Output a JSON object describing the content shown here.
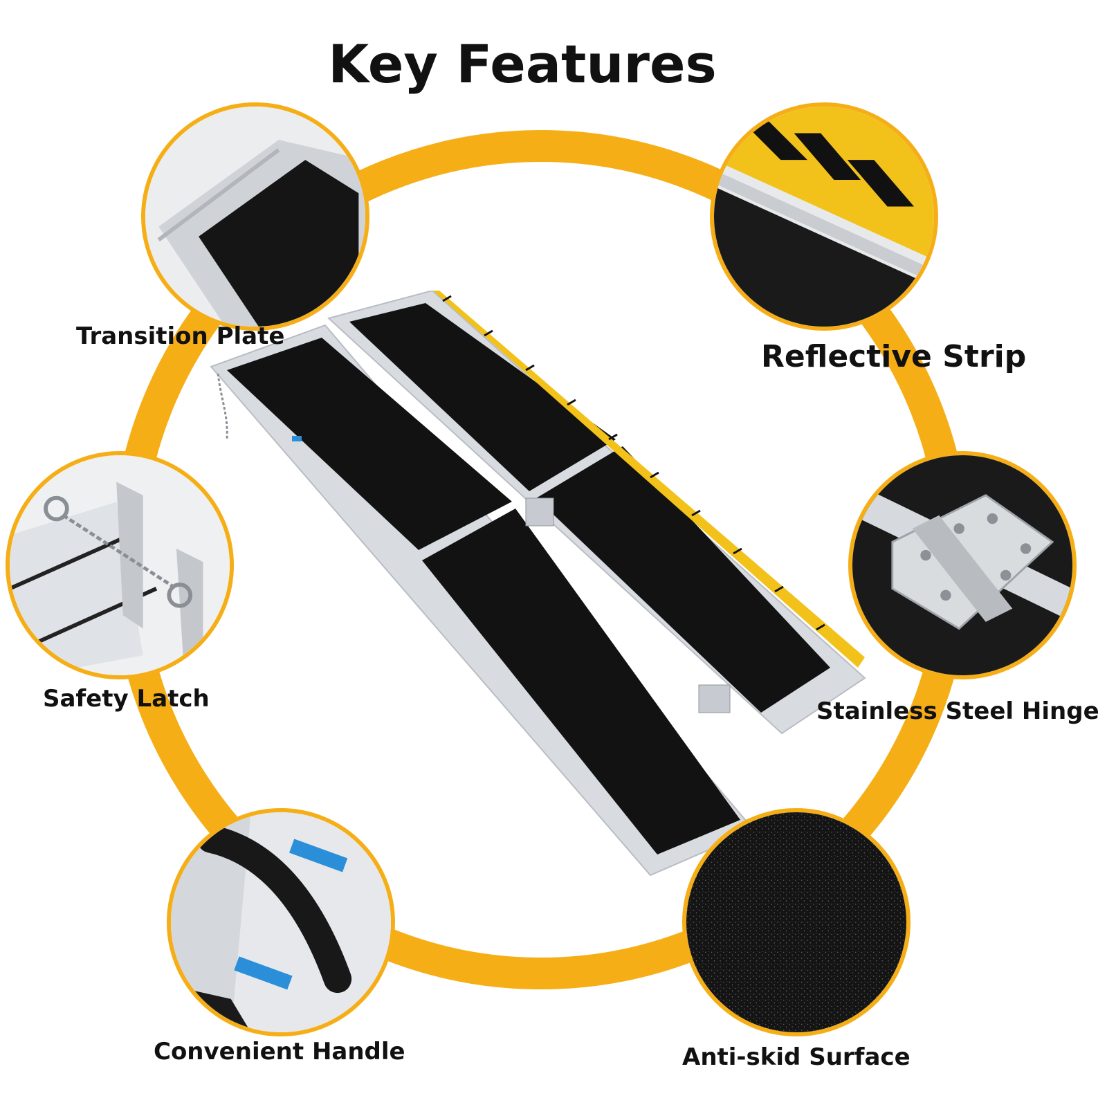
{
  "title": "Key Features",
  "features": [
    {
      "name": "transition-plate",
      "label": "Transition Plate"
    },
    {
      "name": "reflective-strip",
      "label": "Reflective Strip"
    },
    {
      "name": "safety-latch",
      "label": "Safety Latch"
    },
    {
      "name": "stainless-steel-hinge",
      "label": "Stainless Steel Hinge"
    },
    {
      "name": "convenient-handle",
      "label": "Convenient Handle"
    },
    {
      "name": "anti-skid-surface",
      "label": "Anti-skid Surface"
    }
  ],
  "colors": {
    "accent": "#f6ae17",
    "surface": "#111111",
    "metal": "#dcdfe3",
    "warning_blue": "#2a8fd8",
    "reflective_yellow": "#f2c21b"
  }
}
